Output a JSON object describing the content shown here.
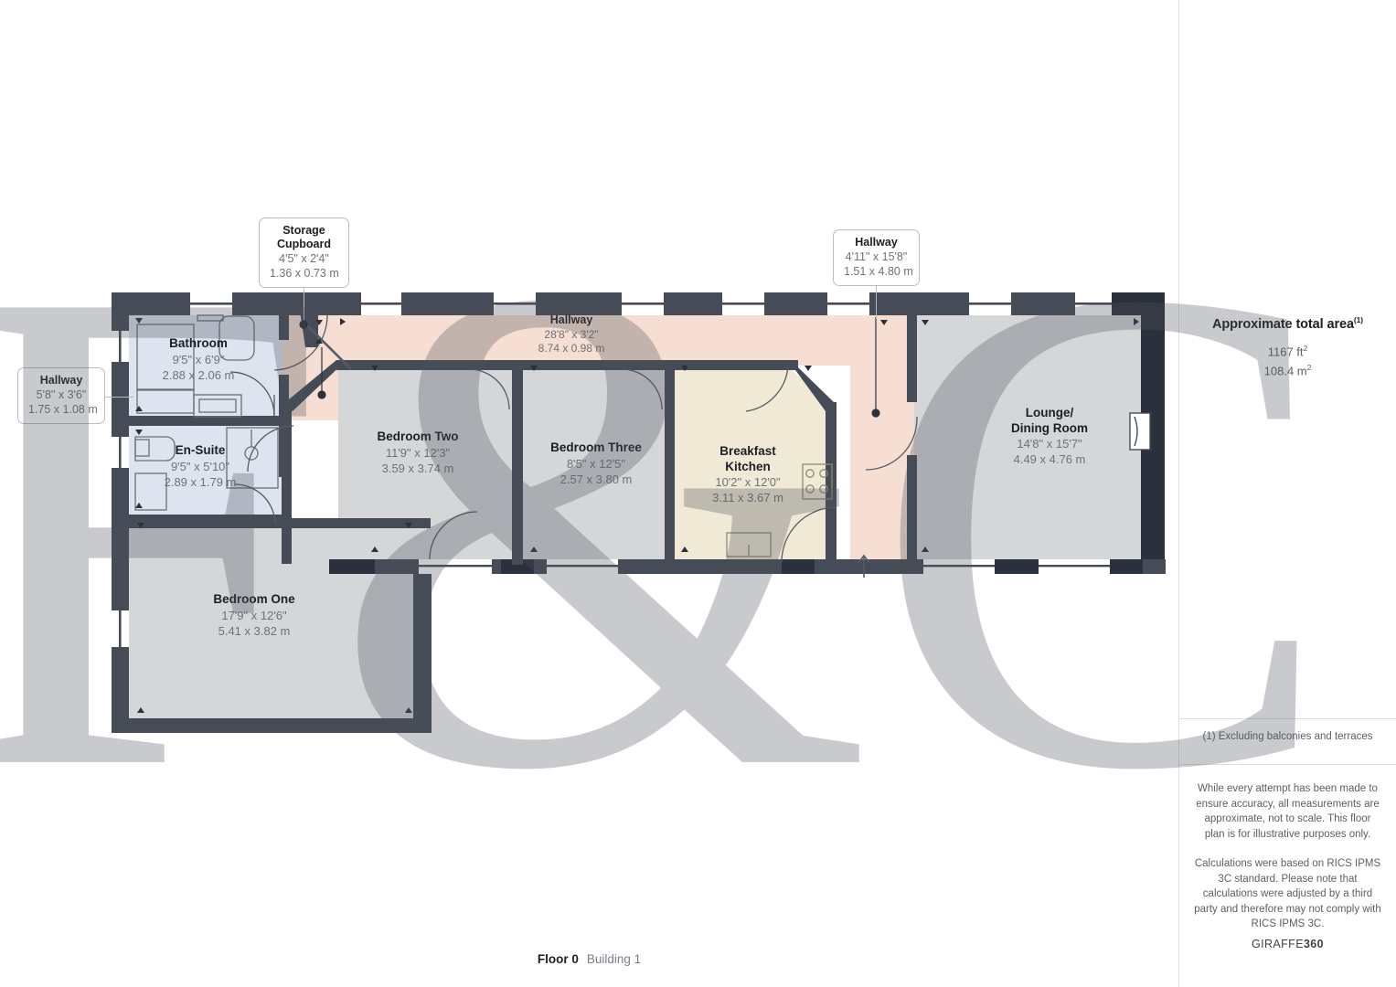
{
  "footer": {
    "floor_label": "Floor 0",
    "building_label": "Building 1"
  },
  "side_panel": {
    "area_title": "Approximate total area",
    "area_title_superscript": "(1)",
    "area_sqft": "1167 ft",
    "area_sqft_sup": "2",
    "area_sqm": "108.4 m",
    "area_sqm_sup": "2",
    "excluding_note": "(1) Excluding balconies and terraces",
    "disclaimer_1": "While every attempt has been made to ensure accuracy, all measurements are approximate, not to scale. This floor plan is for illustrative purposes only.",
    "disclaimer_2": "Calculations were based on RICS IPMS 3C standard. Please note that calculations were adjusted by a third party and therefore may not comply with RICS IPMS 3C.",
    "brand_prefix": "GIRAFFE",
    "brand_suffix": "360"
  },
  "watermark": {
    "text": "F&C"
  },
  "callouts": [
    {
      "id": "storage-cupboard",
      "name_line1": "Storage",
      "name_line2": "Cupboard",
      "dim_imperial": "4'5\" x 2'4\"",
      "dim_metric": "1.36 x 0.73 m"
    },
    {
      "id": "hallway-right",
      "name_line1": "Hallway",
      "name_line2": "",
      "dim_imperial": "4'11\" x 15'8\"",
      "dim_metric": "1.51 x 4.80 m"
    },
    {
      "id": "hallway-left",
      "name_line1": "Hallway",
      "name_line2": "",
      "dim_imperial": "5'8\" x 3'6\"",
      "dim_metric": "1.75 x 1.08 m"
    }
  ],
  "rooms": [
    {
      "id": "bathroom",
      "name": "Bathroom",
      "dim_imperial": "9'5\" x 6'9\"",
      "dim_metric": "2.88 x 2.06 m",
      "fill": "#dde4ef"
    },
    {
      "id": "en-suite",
      "name": "En-Suite",
      "dim_imperial": "9'5\" x 5'10\"",
      "dim_metric": "2.89 x 1.79 m",
      "fill": "#dde4ef"
    },
    {
      "id": "hallway-main",
      "name": "Hallway",
      "dim_imperial": "28'8\" x 3'2\"",
      "dim_metric": "8.74 x 0.98 m",
      "fill": "#f6ded2"
    },
    {
      "id": "bedroom-two",
      "name": "Bedroom Two",
      "dim_imperial": "11'9\" x 12'3\"",
      "dim_metric": "3.59 x 3.74 m",
      "fill": "#d4d6d8"
    },
    {
      "id": "bedroom-three",
      "name": "Bedroom Three",
      "dim_imperial": "8'5\" x 12'5\"",
      "dim_metric": "2.57 x 3.80 m",
      "fill": "#d4d6d8"
    },
    {
      "id": "breakfast-kitchen",
      "name_line1": "Breakfast",
      "name_line2": "Kitchen",
      "name": "Breakfast Kitchen",
      "dim_imperial": "10'2\" x 12'0\"",
      "dim_metric": "3.11 x 3.67 m",
      "fill": "#efe9d5"
    },
    {
      "id": "lounge-dining",
      "name_line1": "Lounge/",
      "name_line2": "Dining Room",
      "name": "Lounge/ Dining Room",
      "dim_imperial": "14'8\" x 15'7\"",
      "dim_metric": "4.49 x 4.76 m",
      "fill": "#d4d6d8"
    },
    {
      "id": "bedroom-one",
      "name": "Bedroom One",
      "dim_imperial": "17'9\" x 12'6\"",
      "dim_metric": "5.41 x 3.82 m",
      "fill": "#d4d6d8"
    }
  ],
  "colors": {
    "wall": "#454c57",
    "wall_dark": "#2b313c",
    "hallway_fill": "#f6ded2",
    "bathroom_fill": "#dde4ef",
    "kitchen_fill": "#efe9d5",
    "room_fill": "#d4d6d8",
    "panel_border": "#dcdee0",
    "text_primary": "#1c1f23",
    "text_secondary": "#6d737b"
  }
}
